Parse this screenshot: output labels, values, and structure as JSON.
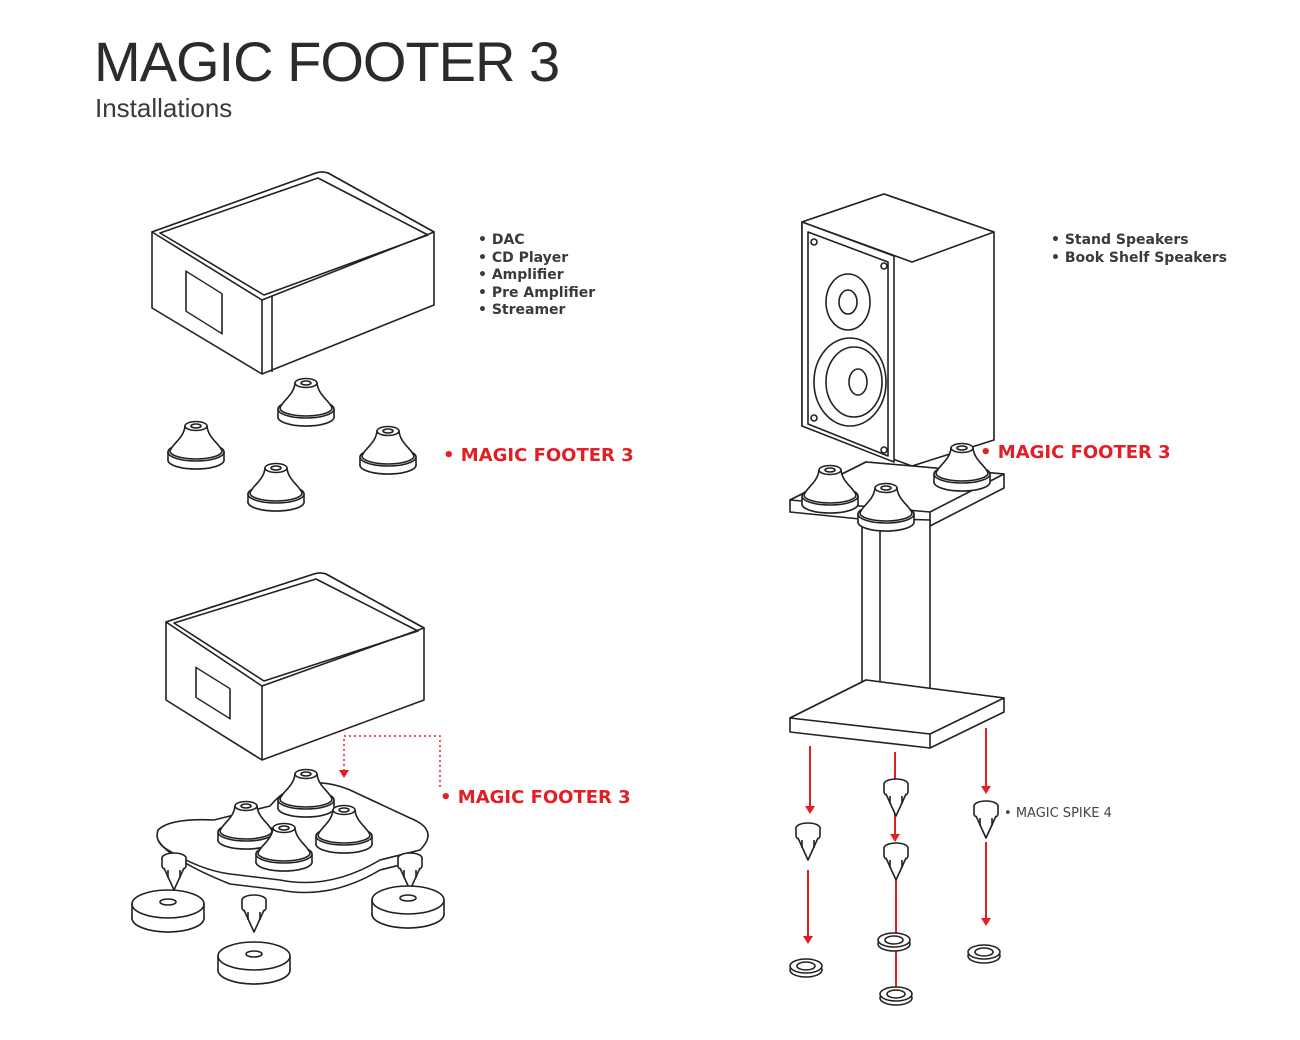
{
  "header": {
    "title": "MAGIC FOOTER 3",
    "subtitle": "Installations"
  },
  "devices": [
    "DAC",
    "CD Player",
    "Amplifier",
    "Pre Amplifier",
    "Streamer"
  ],
  "speakers": [
    "Stand Speakers",
    "Book Shelf Speakers"
  ],
  "labels": {
    "footer_top": "MAGIC FOOTER 3",
    "footer_bottom": "MAGIC FOOTER 3",
    "footer_speaker": "MAGIC FOOTER 3",
    "spike": "MAGIC SPIKE 4"
  },
  "colors": {
    "accent": "#e31e24",
    "text": "#333333",
    "line": "#222222"
  }
}
